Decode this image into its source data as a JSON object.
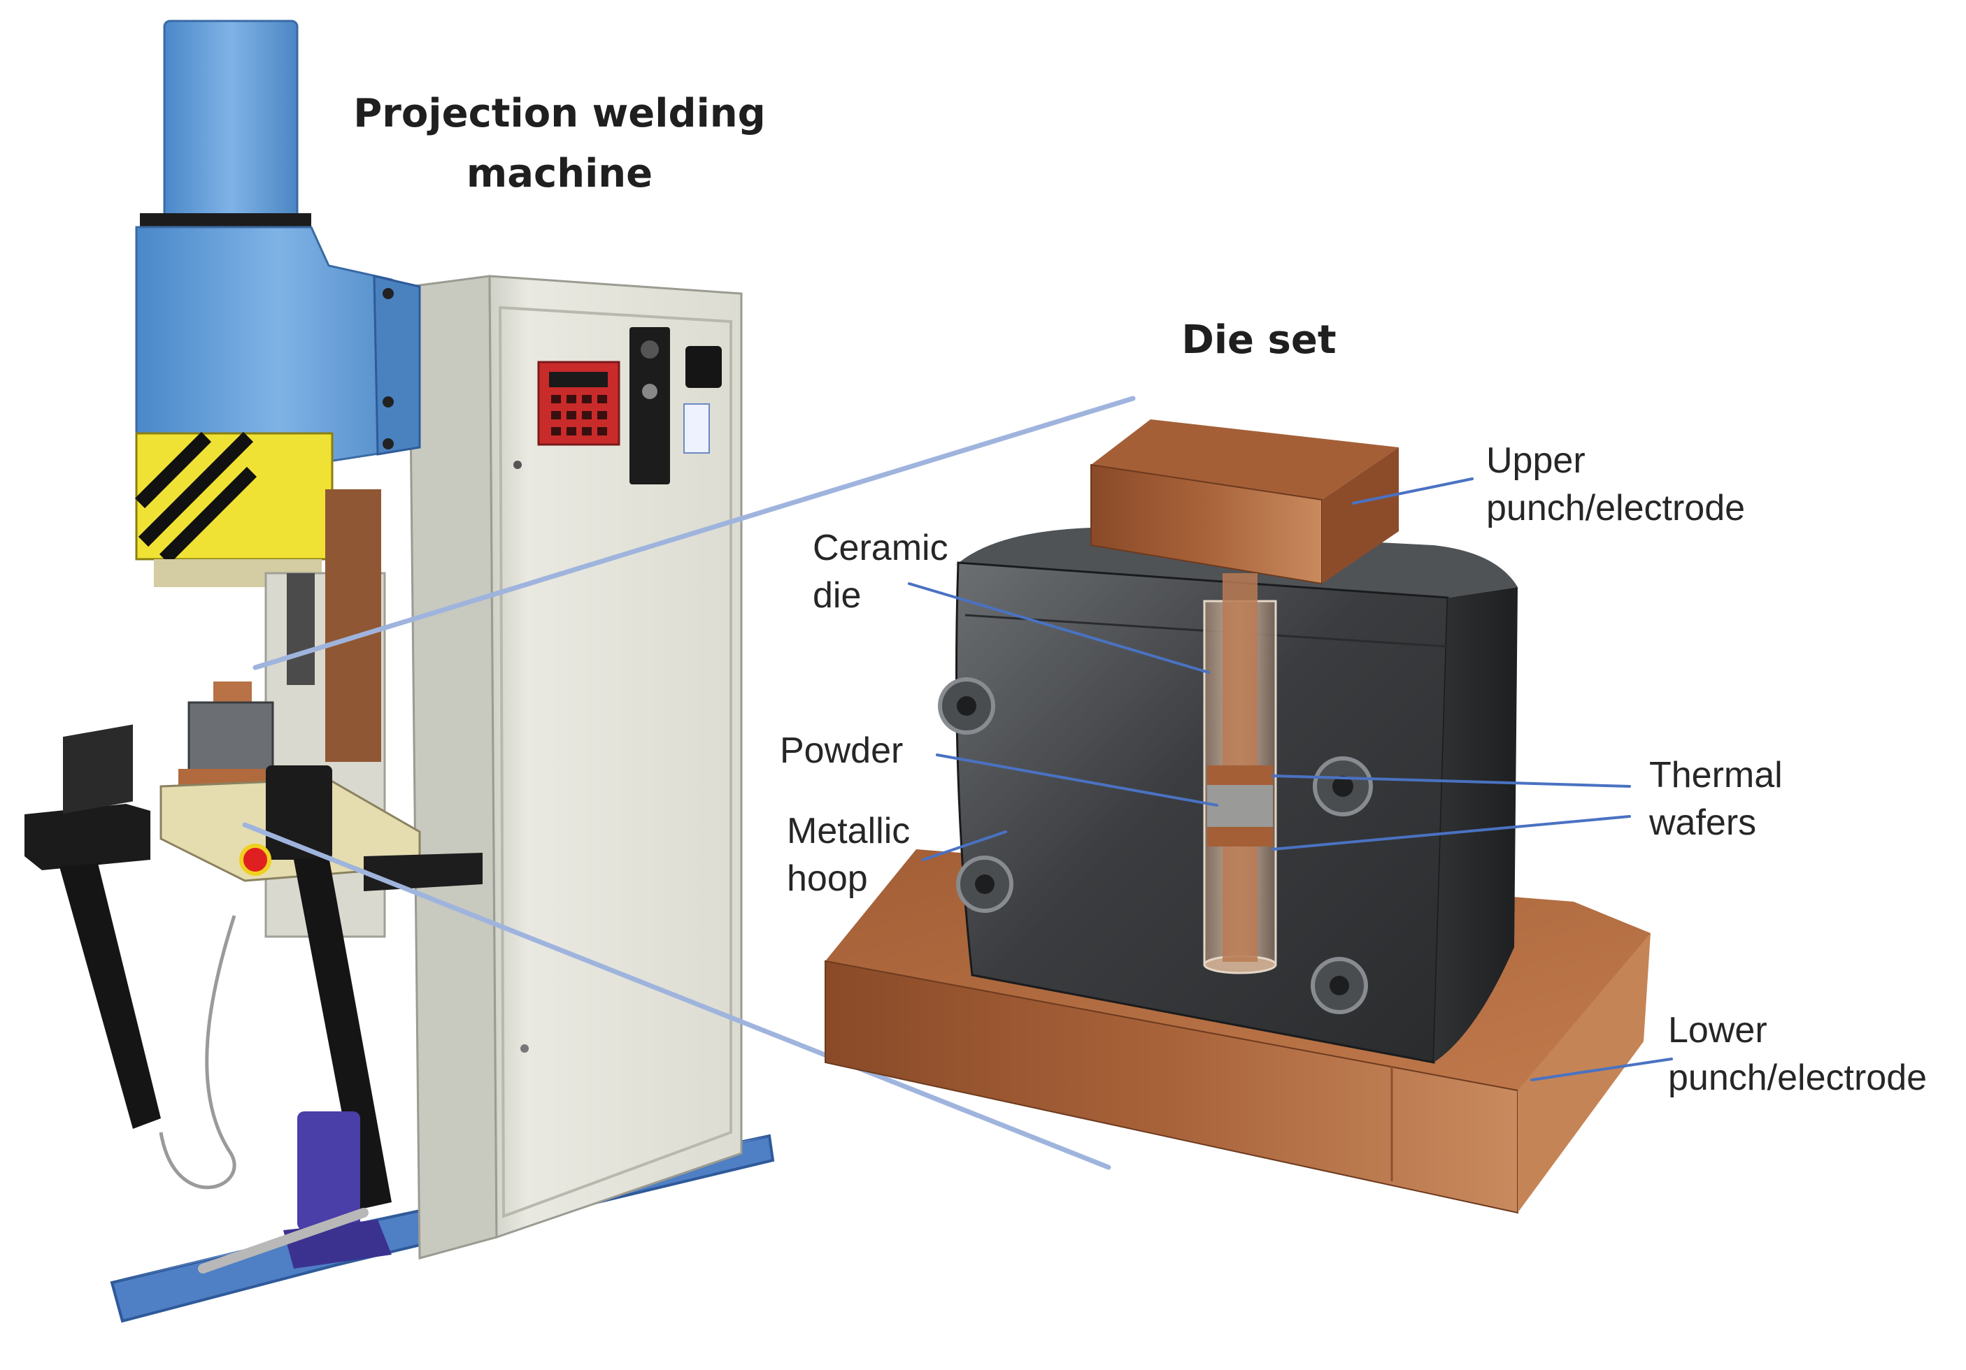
{
  "titles": {
    "machine": [
      "Projection welding",
      "machine"
    ],
    "die_set": "Die set"
  },
  "labels": {
    "upper_punch": [
      "Upper",
      "punch/electrode"
    ],
    "ceramic_die": [
      "Ceramic",
      "die"
    ],
    "powder": "Powder",
    "metallic_hoop": [
      "Metallic",
      "hoop"
    ],
    "thermal_wafers": [
      "Thermal",
      "wafers"
    ],
    "lower_punch": [
      "Lower",
      "punch/electrode"
    ]
  },
  "colors": {
    "leader_line": "#4a72c2",
    "zoom_line": "#9fb4dd",
    "machine_blue": "#5b9bd5",
    "cabinet": "#e5e5dc",
    "copper": "#b06a3e",
    "steel": "#3c3e40",
    "base_plate": "#4f7fc4"
  }
}
